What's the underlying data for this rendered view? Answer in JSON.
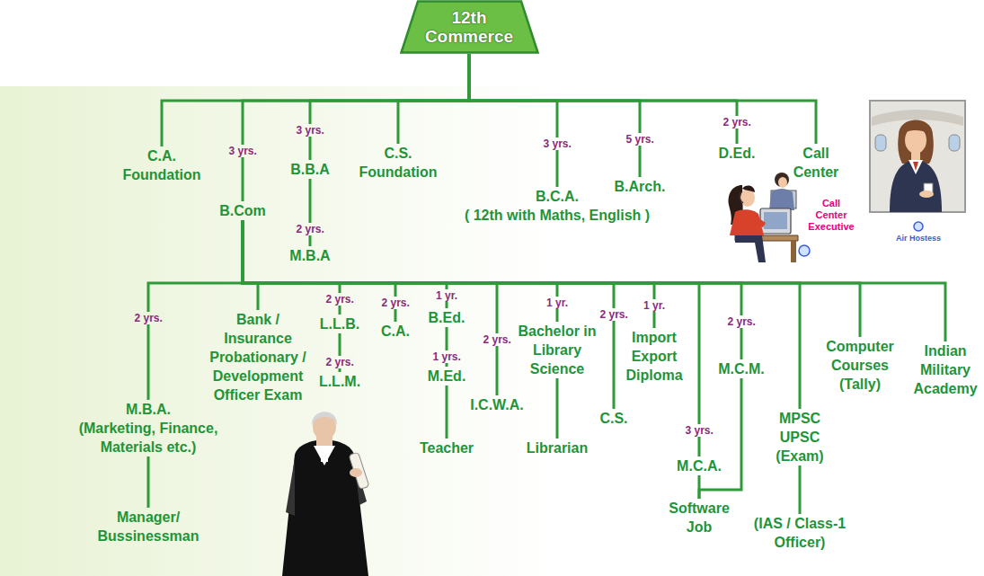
{
  "diagram": {
    "nodes": [
      {
        "text": [
          "12th Commerce"
        ]
      },
      {
        "text": [
          "C.A. Foundation"
        ]
      },
      {
        "text": [
          "B.Com"
        ]
      },
      {
        "text": [
          "B.B.A"
        ]
      },
      {
        "text": [
          "M.B.A"
        ]
      },
      {
        "text": [
          "C.S. Foundation"
        ]
      },
      {
        "text": [
          "B.C.A.",
          "( 12th with Maths, English )"
        ]
      },
      {
        "text": [
          "B.Arch."
        ]
      },
      {
        "text": [
          "D.Ed."
        ]
      },
      {
        "text": [
          "Call Center"
        ]
      },
      {
        "text": [
          "M.B.A.",
          "(Marketing, Finance, Materials etc.)"
        ]
      },
      {
        "text": [
          "Manager/ Bussinessman"
        ]
      },
      {
        "text": [
          "Bank / Insurance Probationary / Development Officer Exam"
        ]
      },
      {
        "text": [
          "L.L.B."
        ]
      },
      {
        "text": [
          "L.L.M."
        ]
      },
      {
        "text": [
          "C.A."
        ]
      },
      {
        "text": [
          "B.Ed."
        ]
      },
      {
        "text": [
          "M.Ed."
        ]
      },
      {
        "text": [
          "Teacher"
        ]
      },
      {
        "text": [
          "I.C.W.A."
        ]
      },
      {
        "text": [
          "Bachelor in Library Science"
        ]
      },
      {
        "text": [
          "Librarian"
        ]
      },
      {
        "text": [
          "C.S."
        ]
      },
      {
        "text": [
          "Import Export Diploma"
        ]
      },
      {
        "text": [
          "M.C.M."
        ]
      },
      {
        "text": [
          "M.C.A."
        ]
      },
      {
        "text": [
          "Software Job"
        ]
      },
      {
        "text": [
          "MPSC UPSC (Exam)"
        ]
      },
      {
        "text": [
          "(IAS / Class-1 Officer)"
        ]
      },
      {
        "text": [
          "Computer Courses (Tally)"
        ]
      },
      {
        "text": [
          "Indian Military Academy"
        ]
      }
    ],
    "edges": [
      {
        "from": 0,
        "to": 1,
        "arrow": "none"
      },
      {
        "from": 0,
        "to": 2,
        "label": "3 yrs.",
        "arrow": "none"
      },
      {
        "from": 0,
        "to": 3,
        "label": "3 yrs.",
        "arrow": "none"
      },
      {
        "from": 3,
        "to": 4,
        "label": "2 yrs.",
        "arrow": "none"
      },
      {
        "from": 0,
        "to": 5,
        "arrow": "none"
      },
      {
        "from": 0,
        "to": 6,
        "label": "3 yrs.",
        "arrow": "none"
      },
      {
        "from": 0,
        "to": 7,
        "label": "5 yrs.",
        "arrow": "none"
      },
      {
        "from": 0,
        "to": 8,
        "label": "2 yrs.",
        "arrow": "none"
      },
      {
        "from": 0,
        "to": 9,
        "arrow": "none"
      },
      {
        "from": 2,
        "to": 10,
        "label": "2 yrs.",
        "arrow": "none"
      },
      {
        "from": 10,
        "to": 11,
        "arrow": "none"
      },
      {
        "from": 2,
        "to": 12,
        "arrow": "none"
      },
      {
        "from": 2,
        "to": 13,
        "label": "2 yrs.",
        "arrow": "none"
      },
      {
        "from": 13,
        "to": 14,
        "label": "2 yrs.",
        "arrow": "none"
      },
      {
        "from": 2,
        "to": 15,
        "label": "2 yrs.",
        "arrow": "none"
      },
      {
        "from": 2,
        "to": 16,
        "label": "1 yr.",
        "arrow": "none"
      },
      {
        "from": 16,
        "to": 17,
        "label": "1 yrs.",
        "arrow": "none"
      },
      {
        "from": 17,
        "to": 18,
        "arrow": "none"
      },
      {
        "from": 2,
        "to": 19,
        "label": "2 yrs.",
        "arrow": "none"
      },
      {
        "from": 2,
        "to": 20,
        "label": "1 yr.",
        "arrow": "none"
      },
      {
        "from": 20,
        "to": 21,
        "arrow": "none"
      },
      {
        "from": 2,
        "to": 22,
        "label": "2 yrs.",
        "arrow": "none"
      },
      {
        "from": 2,
        "to": 23,
        "label": "1 yr.",
        "arrow": "none"
      },
      {
        "from": 2,
        "to": 24,
        "label": "2 yrs.",
        "arrow": "none"
      },
      {
        "from": 2,
        "to": 25,
        "label": "3 yrs.",
        "arrow": "none"
      },
      {
        "from": 25,
        "to": 26,
        "arrow": "none"
      },
      {
        "from": 24,
        "to": 26,
        "arrow": "none"
      },
      {
        "from": 2,
        "to": 27,
        "arrow": "none"
      },
      {
        "from": 27,
        "to": 28,
        "arrow": "none"
      },
      {
        "from": 2,
        "to": 29,
        "arrow": "none"
      },
      {
        "from": 2,
        "to": 30,
        "arrow": "none"
      }
    ],
    "labels": [
      "Call Center Executive",
      "Air Hostess"
    ]
  }
}
